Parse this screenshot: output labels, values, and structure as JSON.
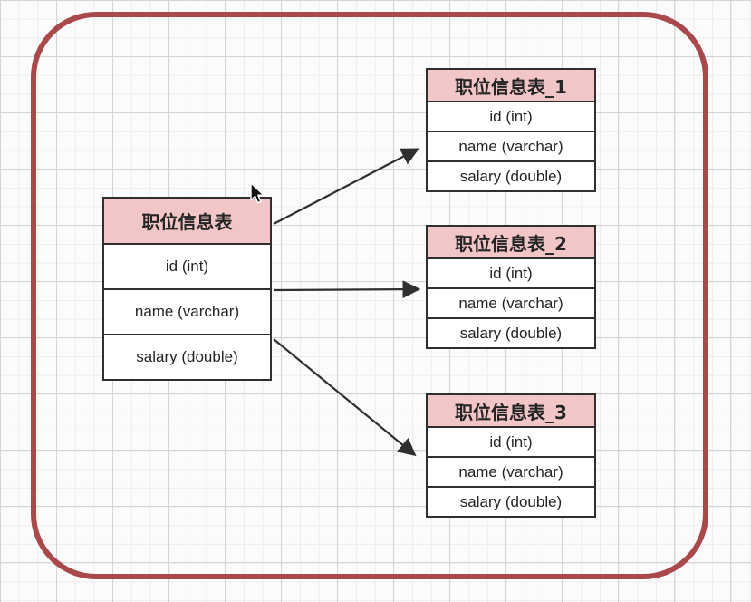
{
  "diagram": {
    "kind": "table-sharding",
    "colors": {
      "frame_border": "#a9494b",
      "header_fill": "#f2c6c6",
      "table_border": "#2f2f2f",
      "arrow": "#2f2f2f"
    }
  },
  "tables": [
    {
      "title": "职位信息表",
      "fields": [
        "id (int)",
        "name (varchar)",
        "salary (double)"
      ]
    },
    {
      "title": "职位信息表_1",
      "fields": [
        "id (int)",
        "name (varchar)",
        "salary (double)"
      ]
    },
    {
      "title": "职位信息表_2",
      "fields": [
        "id (int)",
        "name (varchar)",
        "salary (double)"
      ]
    },
    {
      "title": "职位信息表_3",
      "fields": [
        "id (int)",
        "name (varchar)",
        "salary (double)"
      ]
    }
  ],
  "relations": [
    {
      "from": "职位信息表",
      "to": "职位信息表_1"
    },
    {
      "from": "职位信息表",
      "to": "职位信息表_2"
    },
    {
      "from": "职位信息表",
      "to": "职位信息表_3"
    }
  ],
  "icons": {
    "cursor": "mouse-pointer-icon"
  }
}
